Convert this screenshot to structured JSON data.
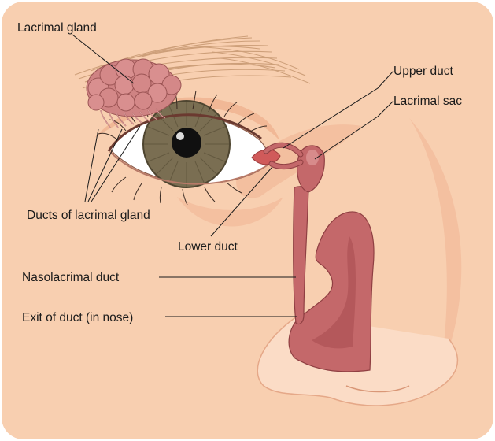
{
  "labels": {
    "lacrimal_gland": "Lacrimal gland",
    "upper_duct": "Upper duct",
    "lacrimal_sac": "Lacrimal sac",
    "ducts_of_lacrimal_gland": "Ducts of lacrimal gland",
    "lower_duct": "Lower duct",
    "nasolacrimal_duct": "Nasolacrimal duct",
    "exit_of_duct": "Exit of duct (in nose)"
  },
  "colors": {
    "skin": "#f8cfb0",
    "skin_shadow": "#f2b592",
    "duct": "#c4686a",
    "duct_dark": "#a84a4e",
    "gland": "#cf8383",
    "iris": "#7a6e52",
    "pupil": "#101010",
    "sclera": "#ffffff"
  }
}
